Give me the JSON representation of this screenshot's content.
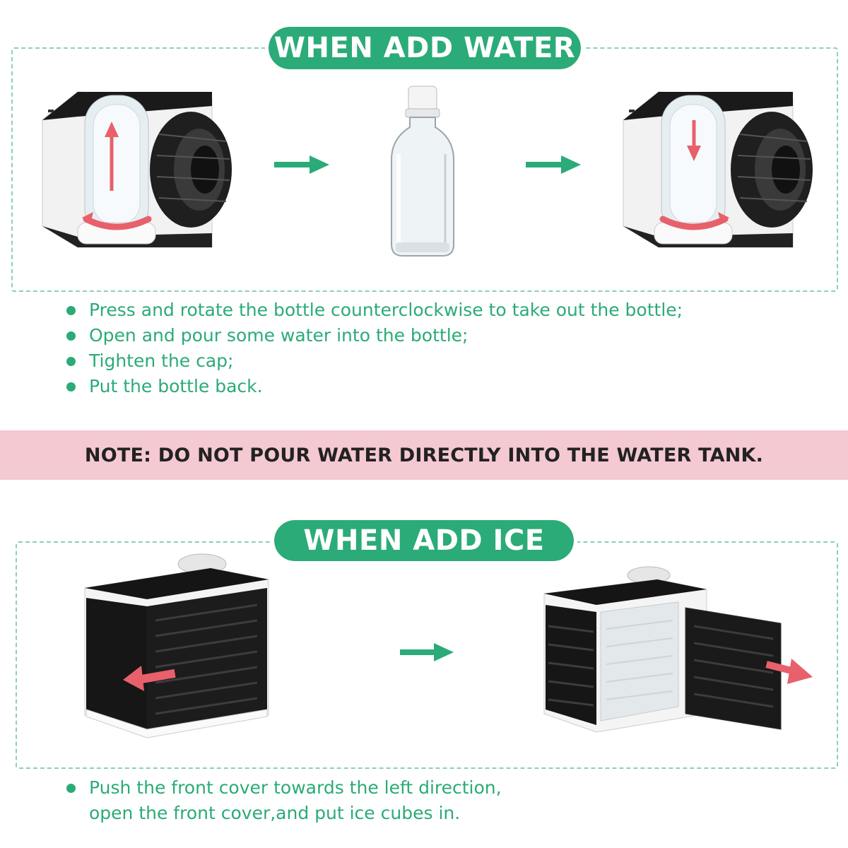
{
  "water_section": {
    "title": "WHEN ADD WATER",
    "steps": [
      "Press and rotate the bottle counterclockwise to take out the bottle;",
      "Open and pour some water into the bottle;",
      "Tighten the cap;",
      "Put the bottle back."
    ]
  },
  "note": {
    "text": "NOTE: DO NOT POUR WATER DIRECTLY INTO THE WATER TANK."
  },
  "ice_section": {
    "title": "WHEN ADD ICE",
    "steps": [
      "Push the front cover towards the left direction,",
      "open the front cover,and put ice cubes in."
    ]
  },
  "colors": {
    "accent_green": "#2bab77",
    "note_pink": "#f4c9d2",
    "arrow_red": "#e8606b"
  }
}
